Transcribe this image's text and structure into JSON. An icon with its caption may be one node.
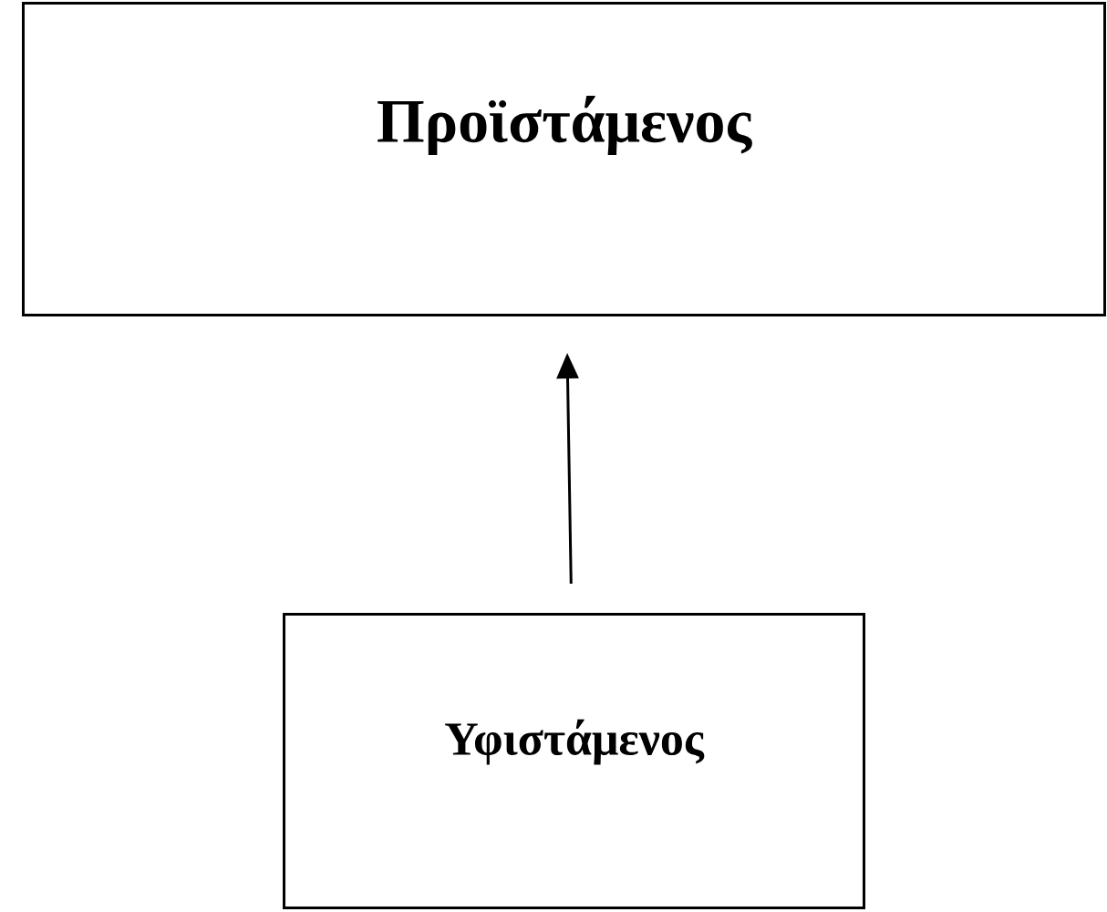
{
  "diagram": {
    "nodes": [
      {
        "text": [
          "Προϊστάμενος"
        ]
      },
      {
        "text": [
          "Υφιστάμενος"
        ]
      }
    ],
    "edges": [
      {
        "from": 1,
        "to": 0,
        "arrow": "to"
      }
    ]
  }
}
